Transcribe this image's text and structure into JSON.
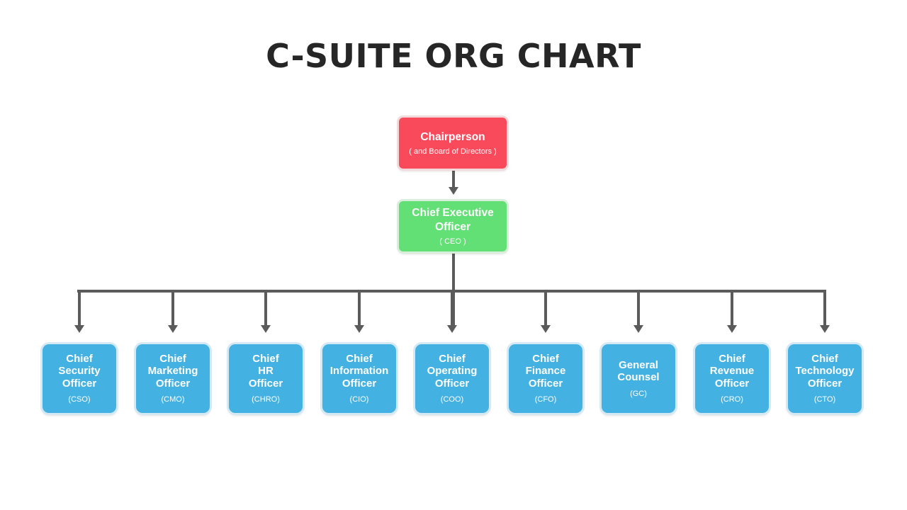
{
  "title": "C-SUITE ORG CHART",
  "colors": {
    "chairperson": "#f94a5c",
    "ceo": "#62df75",
    "officer": "#43b1e1",
    "connector": "#5b5b5b",
    "title": "#262626"
  },
  "chairperson": {
    "title": "Chairperson",
    "subtitle": "( and Board of Directors )"
  },
  "ceo": {
    "title": "Chief Executive Officer",
    "subtitle": "( CEO )"
  },
  "officers": [
    {
      "title": "Chief\nSecurity\nOfficer",
      "abbr": "(CSO)"
    },
    {
      "title": "Chief\nMarketing\nOfficer",
      "abbr": "(CMO)"
    },
    {
      "title": "Chief\nHR\nOfficer",
      "abbr": "(CHRO)"
    },
    {
      "title": "Chief\nInformation\nOfficer",
      "abbr": "(CIO)"
    },
    {
      "title": "Chief\nOperating\nOfficer",
      "abbr": "(COO)"
    },
    {
      "title": "Chief\nFinance\nOfficer",
      "abbr": "(CFO)"
    },
    {
      "title": "General\nCounsel",
      "abbr": "(GC)"
    },
    {
      "title": "Chief\nRevenue\nOfficer",
      "abbr": "(CRO)"
    },
    {
      "title": "Chief\nTechnology\nOfficer",
      "abbr": "(CTO)"
    }
  ]
}
